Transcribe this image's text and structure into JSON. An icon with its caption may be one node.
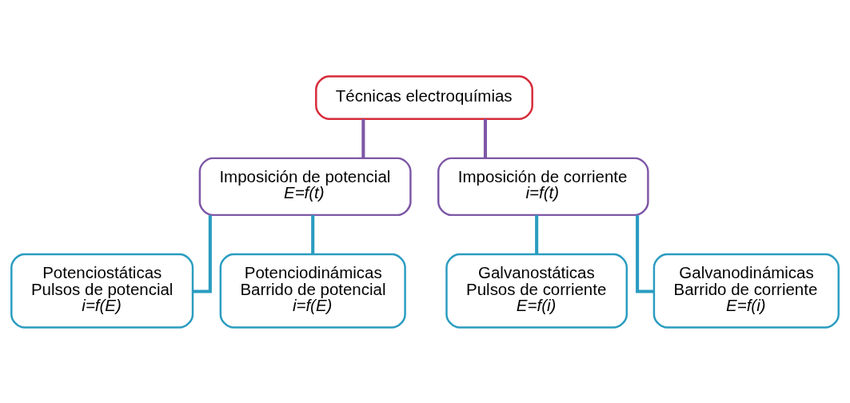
{
  "diagram": {
    "nodes": [
      {
        "text": [
          "Técnicas electroquímias"
        ]
      },
      {
        "text": [
          "Imposición de potencial",
          "E=f(t)"
        ]
      },
      {
        "text": [
          "Imposición de corriente",
          "i=f(t)"
        ]
      },
      {
        "text": [
          "Potenciostáticas",
          "Pulsos de potencial",
          "i=f(E)"
        ]
      },
      {
        "text": [
          "Potenciodinámicas",
          "Barrido de potencial",
          "i=f(E)"
        ]
      },
      {
        "text": [
          "Galvanostáticas",
          "Pulsos de corriente",
          "E=f(i)"
        ]
      },
      {
        "text": [
          "Galvanodinámicas",
          "Barrido de corriente",
          "E=f(i)"
        ]
      }
    ],
    "edges": [
      {
        "from": 0,
        "to": 1,
        "arrow": "none",
        "color": "#7e57a6"
      },
      {
        "from": 0,
        "to": 2,
        "arrow": "none",
        "color": "#7e57a6"
      },
      {
        "from": 1,
        "to": 3,
        "arrow": "none"
      },
      {
        "from": 1,
        "to": 4,
        "arrow": "none"
      },
      {
        "from": 2,
        "to": 5,
        "arrow": "none"
      },
      {
        "from": 2,
        "to": 6,
        "arrow": "none"
      }
    ]
  }
}
